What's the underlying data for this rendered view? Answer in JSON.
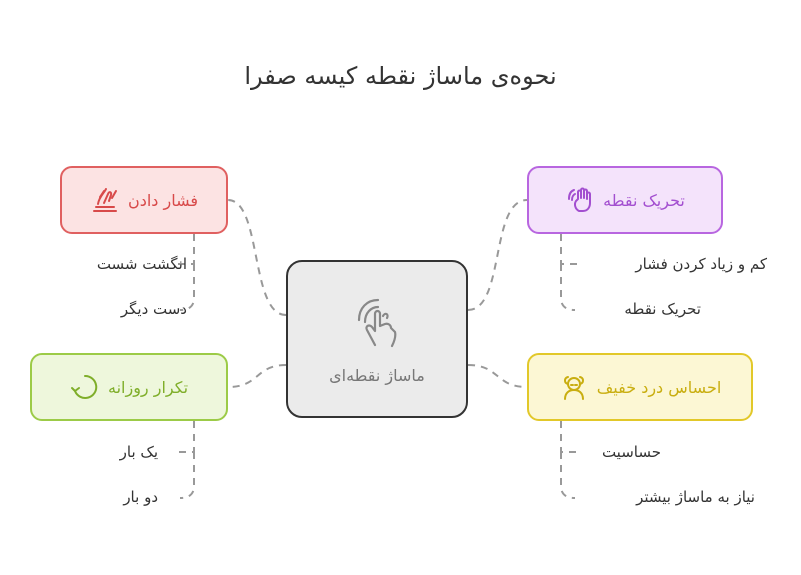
{
  "title": "نحوه‌ی ماساژ نقطه کیسه صفرا",
  "center": {
    "label": "ماساژ نقطه‌ای",
    "icon": "hand-tap-icon"
  },
  "branches": {
    "pressure": {
      "label": "فشار دادن",
      "icon": "hand-pressing-icon",
      "color": "#e06060",
      "leaves": [
        "انگشت شست",
        "دست دیگر"
      ]
    },
    "stimulate": {
      "label": "تحریک نقطه",
      "icon": "hand-waves-icon",
      "color": "#b866e0",
      "leaves": [
        "کم و زیاد کردن فشار",
        "تحریک نقطه"
      ]
    },
    "repeat": {
      "label": "تکرار روزانه",
      "icon": "circular-arrow-icon",
      "color": "#9ccb47",
      "leaves": [
        "یک بار",
        "دو بار"
      ]
    },
    "pain": {
      "label": "احساس درد خفیف",
      "icon": "person-pain-icon",
      "color": "#e2c829",
      "leaves": [
        "حساسیت",
        "نیاز به ماساژ بیشتر"
      ]
    }
  }
}
